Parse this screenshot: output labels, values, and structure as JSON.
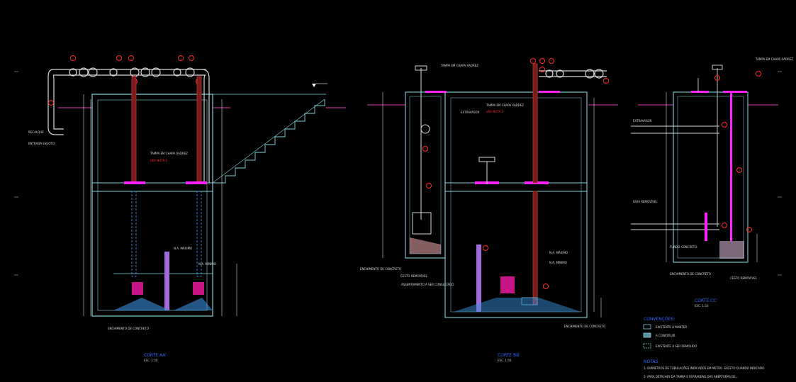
{
  "colors": {
    "background": "#000000",
    "wall": "#7fd4dc",
    "dimension": "#ffffff",
    "pipe": "#d8d8d8",
    "riser": "#c0392b",
    "accent_magenta": "#ff22ff",
    "title_blue": "#3366ff",
    "ground": "#b03090",
    "water": "#5ab4ff"
  },
  "sections": [
    {
      "title": "CORTE AA'",
      "scale": "ESC. 1:50"
    },
    {
      "title": "CORTE BB'",
      "scale": "ESC. 1:50"
    },
    {
      "title": "CORTE CC'",
      "scale": "ESC. 1:50"
    }
  ],
  "annotations": {
    "recalque": "RECALQUE",
    "entrada_esgoto": "ENTRADA ESGOTO",
    "enchimento_1": "ENCHIMENTO DE CONCRETO",
    "enchimento_2": "ENCHIMENTO DE CONCRETO",
    "enchimento_3": "ENCHIMENTO DE CONCRETO",
    "cesto_removivel_1": "CESTO REMOVÍVEL",
    "cesto_removivel_2": "CESTO REMOVÍVEL",
    "tampa_1": "TAMPA EM CHAPA XADREZ",
    "tampa_2": "TAMPA EM CHAPA XADREZ",
    "tampa_3": "TAMPA EM CHAPA XADREZ",
    "ver_nota": "VER NOTA 2",
    "extravasor": "EXTRAVASOR",
    "fundo_concreto": "FUNDO CONCRETO",
    "na_maximo": "N.A. MÁXIMO",
    "na_minimo": "N.A. MÍNIMO",
    "guia_removivel": "GUIA REMOVÍVEL",
    "assentamento": "ASSENTAMENTO A SER CONSULTADO"
  },
  "legend": {
    "title": "CONVENÇÕES:",
    "items": [
      {
        "label": "EXISTENTE A MANTER",
        "fill": "#000000"
      },
      {
        "label": "A CONSTRUIR",
        "fill": "#5a8fa0"
      },
      {
        "label": "EXISTENTE A SER DEMOLIDO",
        "fill": "#000000"
      }
    ]
  },
  "notes": {
    "title": "NOTAS:",
    "lines": [
      "1- DIÂMETROS DE TUBULAÇÕES INDICADOS EM METRO. EXCETO QUANDO INDICADO.",
      "2- PARA DETALHES DA TAMPA E FERRAGENS DAS ABERTURAS DE..."
    ]
  }
}
